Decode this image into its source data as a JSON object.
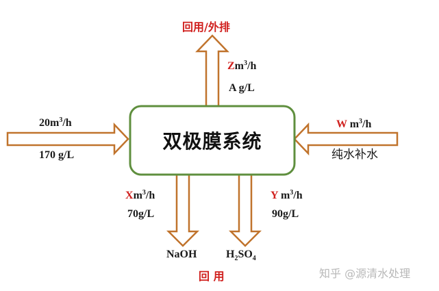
{
  "system_box": {
    "title": "双极膜系统",
    "border_color": "#5f8f3e"
  },
  "arrow_color": "#c0732c",
  "accent_red": "#d0201e",
  "top_output": {
    "destination": "回用/外排",
    "flow_var": "Z",
    "flow_unit": "m",
    "flow_unit_sup": "3",
    "flow_unit_tail": "/h",
    "conc": "A g/L"
  },
  "left_input": {
    "flow_value": "20m",
    "flow_unit_sup": "3",
    "flow_unit_tail": "/h",
    "conc": "170 g/L"
  },
  "right_input": {
    "flow_var": "W",
    "flow_unit": " m",
    "flow_unit_sup": "3",
    "flow_unit_tail": "/h",
    "label": "纯水补水"
  },
  "bottom_left_output": {
    "flow_var": "X",
    "flow_unit": "m",
    "flow_unit_sup": "3",
    "flow_unit_tail": "/h",
    "conc": "70g/L",
    "product": "NaOH"
  },
  "bottom_right_output": {
    "flow_var": "Y",
    "flow_unit": " m",
    "flow_unit_sup": "3",
    "flow_unit_tail": "/h",
    "conc": "90g/L",
    "product_h": "H",
    "product_sub1": "2",
    "product_so": "SO",
    "product_sub2": "4"
  },
  "bottom_destination": "回 用",
  "watermark": "知乎 @源清水处理"
}
